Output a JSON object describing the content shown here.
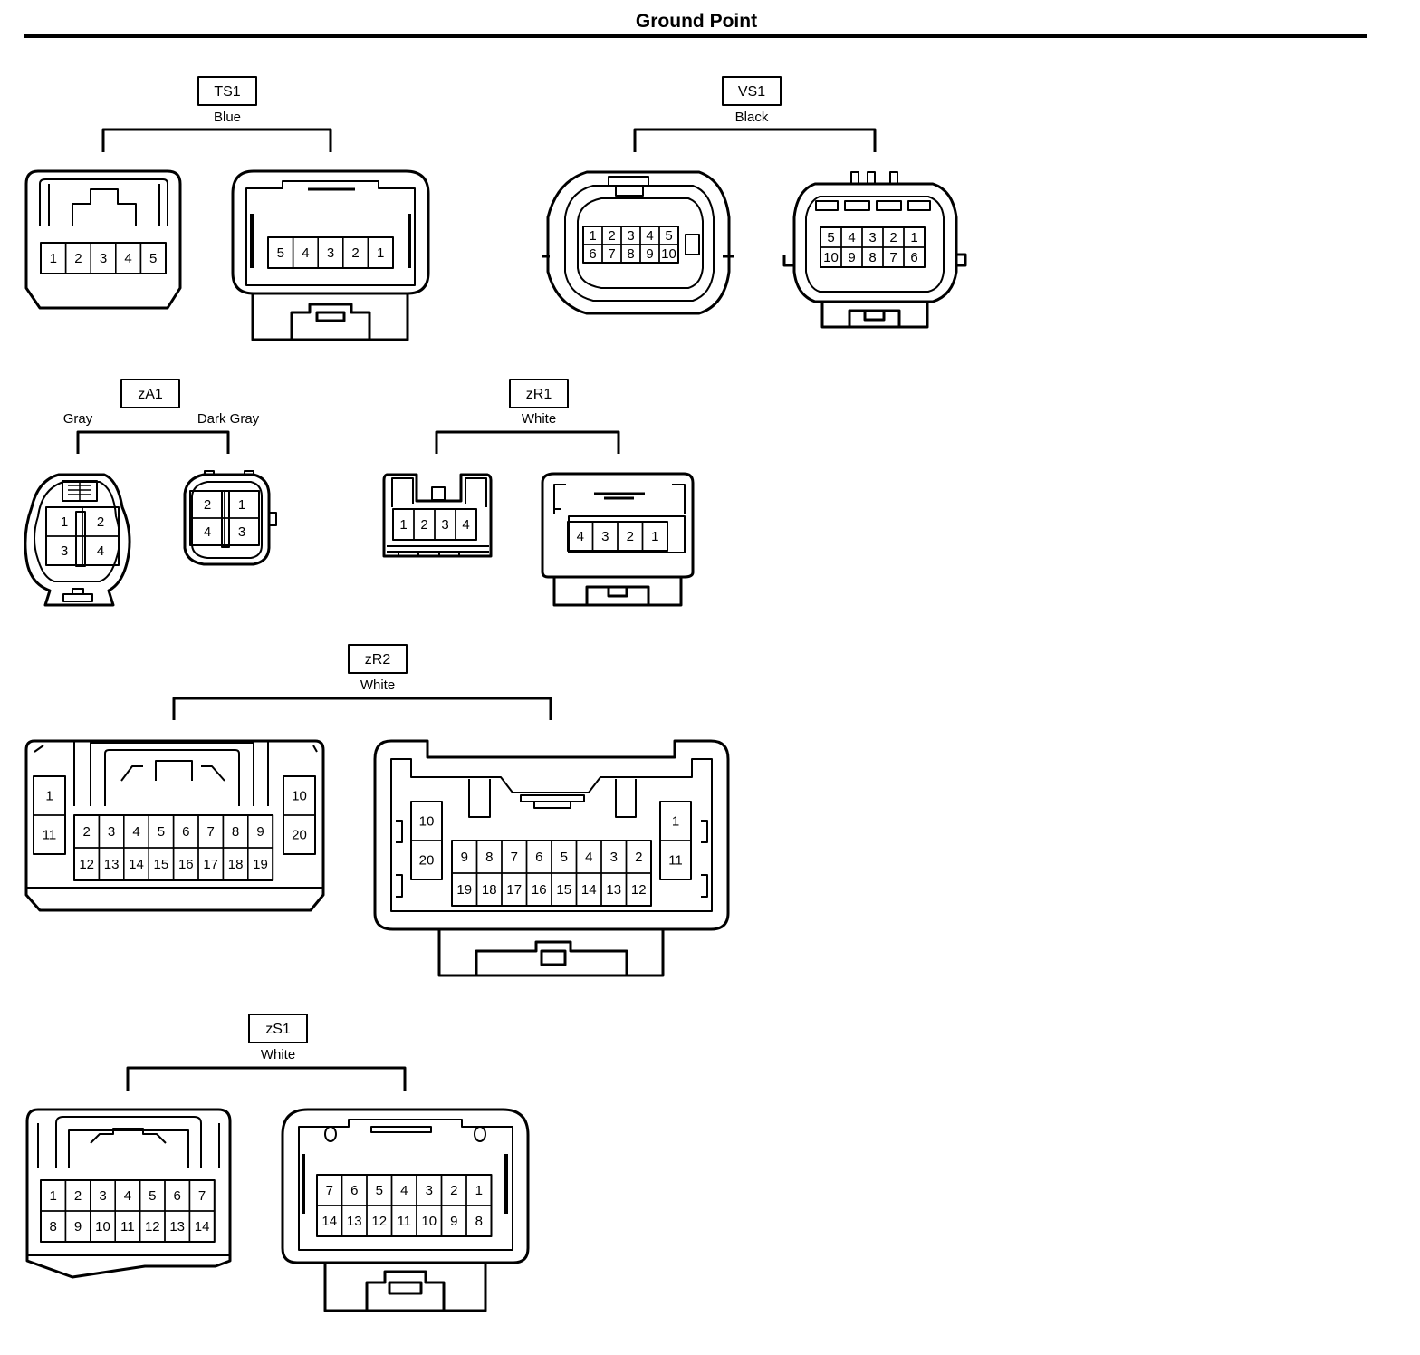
{
  "title": "Ground Point",
  "connectors": [
    {
      "id": "TS1",
      "colors": [
        "Blue"
      ],
      "left_pins": [
        [
          "1",
          "2",
          "3",
          "4",
          "5"
        ]
      ],
      "right_pins": [
        [
          "5",
          "4",
          "3",
          "2",
          "1"
        ]
      ]
    },
    {
      "id": "VS1",
      "colors": [
        "Black"
      ],
      "left_pins": [
        [
          "1",
          "2",
          "3",
          "4",
          "5"
        ],
        [
          "6",
          "7",
          "8",
          "9",
          "10"
        ]
      ],
      "right_pins": [
        [
          "5",
          "4",
          "3",
          "2",
          "1"
        ],
        [
          "10",
          "9",
          "8",
          "7",
          "6"
        ]
      ]
    },
    {
      "id": "zA1",
      "colors": [
        "Gray",
        "Dark Gray"
      ],
      "left_pins": [
        [
          "1",
          "2"
        ],
        [
          "3",
          "4"
        ]
      ],
      "right_pins": [
        [
          "2",
          "1"
        ],
        [
          "4",
          "3"
        ]
      ]
    },
    {
      "id": "zR1",
      "colors": [
        "White"
      ],
      "left_pins": [
        [
          "1",
          "2",
          "3",
          "4"
        ]
      ],
      "right_pins": [
        [
          "4",
          "3",
          "2",
          "1"
        ]
      ]
    },
    {
      "id": "zR2",
      "colors": [
        "White"
      ],
      "left_pins": [
        [
          "2",
          "3",
          "4",
          "5",
          "6",
          "7",
          "8",
          "9"
        ],
        [
          "12",
          "13",
          "14",
          "15",
          "16",
          "17",
          "18",
          "19"
        ]
      ],
      "left_side_a": [
        "1",
        "11"
      ],
      "left_side_b": [
        "10",
        "20"
      ],
      "right_pins": [
        [
          "9",
          "8",
          "7",
          "6",
          "5",
          "4",
          "3",
          "2"
        ],
        [
          "19",
          "18",
          "17",
          "16",
          "15",
          "14",
          "13",
          "12"
        ]
      ],
      "right_side_a": [
        "10",
        "20"
      ],
      "right_side_b": [
        "1",
        "11"
      ]
    },
    {
      "id": "zS1",
      "colors": [
        "White"
      ],
      "left_pins": [
        [
          "1",
          "2",
          "3",
          "4",
          "5",
          "6",
          "7"
        ],
        [
          "8",
          "9",
          "10",
          "11",
          "12",
          "13",
          "14"
        ]
      ],
      "right_pins": [
        [
          "7",
          "6",
          "5",
          "4",
          "3",
          "2",
          "1"
        ],
        [
          "14",
          "13",
          "12",
          "11",
          "10",
          "9",
          "8"
        ]
      ]
    }
  ]
}
